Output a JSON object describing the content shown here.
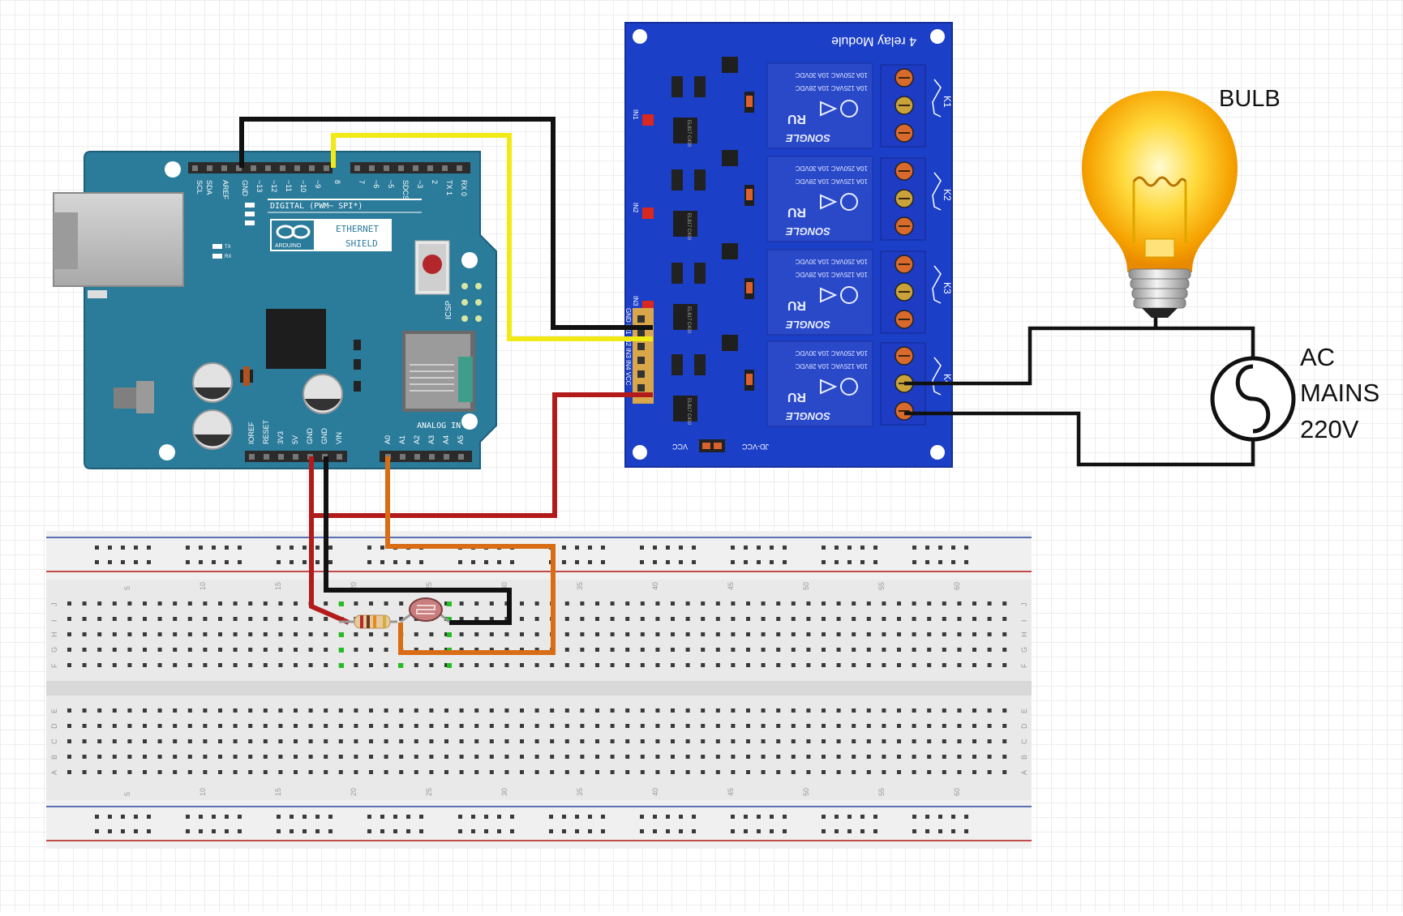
{
  "labels": {
    "bulb": "BULB",
    "ac_mains": [
      "AC",
      "MAINS",
      "220V"
    ]
  },
  "arduino": {
    "board_name": "ETHERNET",
    "board_name2": "SHIELD",
    "brand": "ARDUINO",
    "digital_header": "DIGITAL (PWM~ SPI*)",
    "analog_header": "ANALOG IN",
    "icsp": "ICSP",
    "tx": "TX",
    "rx": "RX",
    "top_pins": [
      "SCL",
      "SDA",
      "AREF",
      "GND",
      "~13",
      "~12",
      "~11",
      "~10",
      "~9",
      "8",
      "7",
      "~6",
      "~5",
      "SDCS",
      "~3",
      "2",
      "TX 1",
      "RX 0"
    ],
    "power_pins": [
      "IOREF",
      "RESET",
      "3V3",
      "5V",
      "GND",
      "GND",
      "VIN"
    ],
    "analog_pins": [
      "A0",
      "A1",
      "A2",
      "A3",
      "A4",
      "A5"
    ]
  },
  "relay": {
    "title": "4 relay Module",
    "inputs": [
      "IN1",
      "IN2",
      "IN3",
      "IN4"
    ],
    "header_pins": "GND IN1 IN2 IN3 IN4 VCC",
    "channels": [
      "K1",
      "K2",
      "K3",
      "K4"
    ],
    "brand": "SONGLE",
    "rating1": "10A 250VAC  10A 30VDC",
    "rating2": "10A 125VAC  10A 28VDC",
    "jumper": "JD-VCC",
    "vcc": "VCC",
    "chip": "EL817 C439"
  },
  "breadboard": {
    "col_numbers": [
      "5",
      "10",
      "15",
      "20",
      "25",
      "30",
      "35",
      "40",
      "45",
      "50",
      "55",
      "60"
    ],
    "rows_top": [
      "J",
      "I",
      "H",
      "G",
      "F"
    ],
    "rows_bottom": [
      "E",
      "D",
      "C",
      "B",
      "A"
    ]
  },
  "colors": {
    "arduino_board": "#2b7b9a",
    "relay_board": "#1c3fc7",
    "relay_block": "#2a49c9",
    "wire_black": "#111111",
    "wire_yellow": "#f2ea14",
    "wire_red": "#b31b1b",
    "wire_orange": "#d96d16",
    "grid": "#dcdcdc"
  }
}
